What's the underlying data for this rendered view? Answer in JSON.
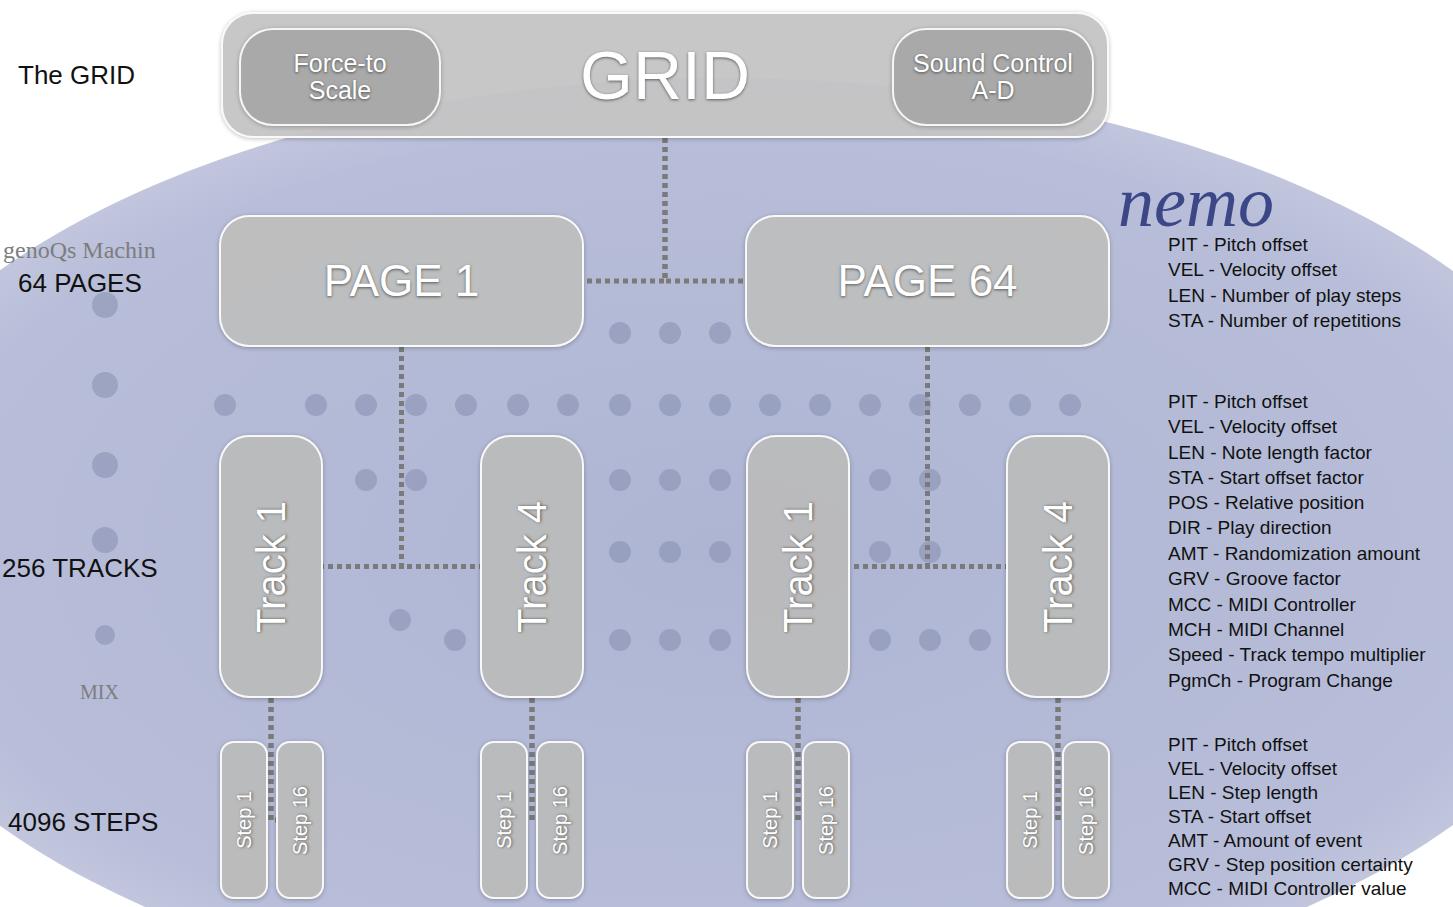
{
  "diagram": {
    "nodes": [
      {
        "text": [
          "GRID"
        ]
      },
      {
        "text": [
          "Force-to Scale"
        ],
        "in": 0
      },
      {
        "text": [
          "Sound Control A-D"
        ],
        "in": 0
      },
      {
        "text": [
          "PAGE 1"
        ]
      },
      {
        "text": [
          "PAGE 64"
        ]
      },
      {
        "text": [
          "Track 1"
        ]
      },
      {
        "text": [
          "Track 4"
        ]
      },
      {
        "text": [
          "Track 1"
        ]
      },
      {
        "text": [
          "Track 4"
        ]
      },
      {
        "text": [
          "Step 1"
        ]
      },
      {
        "text": [
          "Step 16"
        ]
      },
      {
        "text": [
          "Step 1"
        ]
      },
      {
        "text": [
          "Step 16"
        ]
      },
      {
        "text": [
          "Step 1"
        ]
      },
      {
        "text": [
          "Step 16"
        ]
      },
      {
        "text": [
          "Step 1"
        ]
      },
      {
        "text": [
          "Step 16"
        ]
      }
    ],
    "edges": [
      {
        "from": 0,
        "to": 3,
        "arrow": "none"
      },
      {
        "from": 0,
        "to": 4,
        "arrow": "none"
      },
      {
        "from": 3,
        "to": 5,
        "arrow": "none"
      },
      {
        "from": 3,
        "to": 6,
        "arrow": "none"
      },
      {
        "from": 4,
        "to": 7,
        "arrow": "none"
      },
      {
        "from": 4,
        "to": 8,
        "arrow": "none"
      },
      {
        "from": 5,
        "to": 9,
        "arrow": "none"
      },
      {
        "from": 5,
        "to": 10,
        "arrow": "none"
      },
      {
        "from": 6,
        "to": 11,
        "arrow": "none"
      },
      {
        "from": 6,
        "to": 12,
        "arrow": "none"
      },
      {
        "from": 7,
        "to": 13,
        "arrow": "none"
      },
      {
        "from": 7,
        "to": 14,
        "arrow": "none"
      },
      {
        "from": 8,
        "to": 15,
        "arrow": "none"
      },
      {
        "from": 8,
        "to": 16,
        "arrow": "none"
      }
    ],
    "labels": [
      "The GRID",
      "64 PAGES",
      "256 TRACKS",
      "4096 STEPS",
      "PIT - Pitch offset",
      "VEL - Velocity offset",
      "LEN - Number of play steps",
      "STA - Number of repetitions",
      "PIT - Pitch offset",
      "VEL - Velocity offset",
      "LEN - Note length factor",
      "STA - Start offset factor",
      "POS - Relative position",
      "DIR - Play direction",
      "AMT - Randomization amount",
      "GRV - Groove factor",
      "MCC - MIDI Controller",
      "MCH - MIDI Channel",
      "Speed - Track tempo multiplier",
      "PgmCh - Program Change",
      "PIT - Pitch offset",
      "VEL - Velocity offset",
      "LEN - Step length",
      "STA - Start offset",
      "AMT - Amount of event",
      "GRV - Step position certainty",
      "MCC - MIDI Controller value",
      "genoQs Machin",
      "nemo",
      "MIX"
    ]
  }
}
